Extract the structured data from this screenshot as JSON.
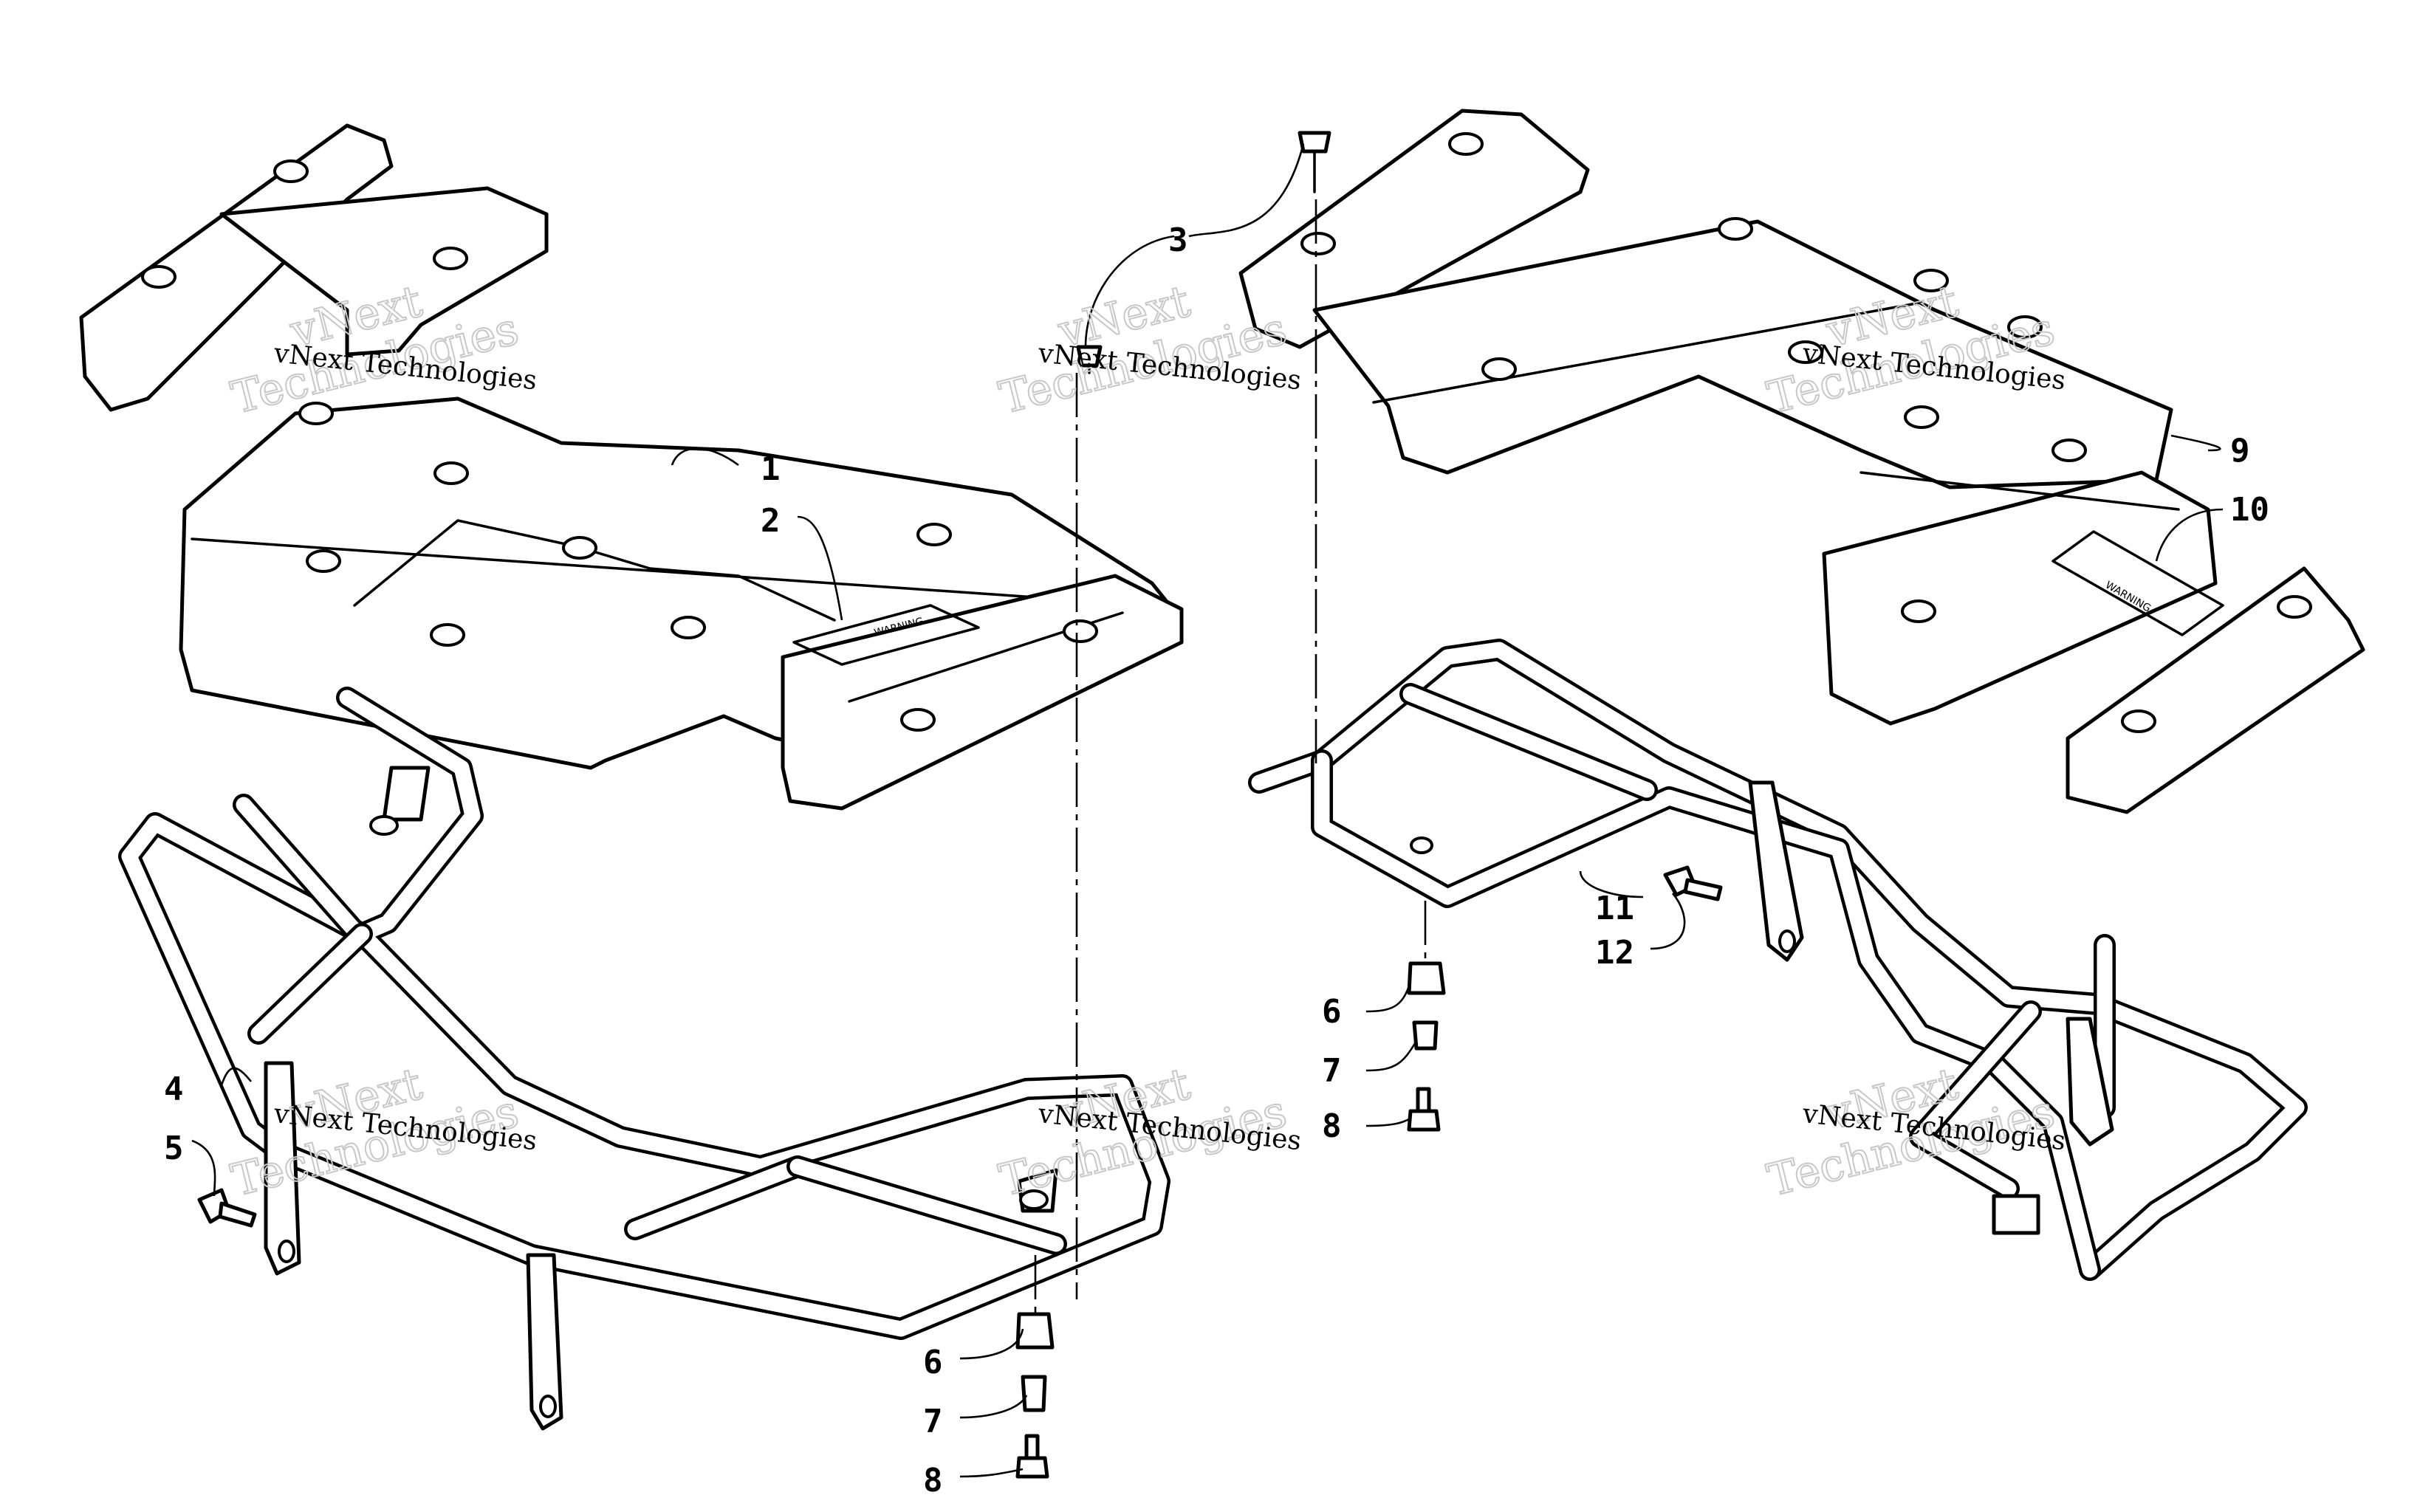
{
  "callouts": {
    "c1": "1",
    "c2": "2",
    "c3": "3",
    "c4": "4",
    "c5": "5",
    "c6a": "6",
    "c7a": "7",
    "c8a": "8",
    "c6b": "6",
    "c7b": "7",
    "c8b": "8",
    "c9": "9",
    "c10": "10",
    "c11": "11",
    "c12": "12"
  },
  "watermark": {
    "line_small": "vNext Technologies",
    "line_big_1": "vNext",
    "line_big_2": "Technologies"
  },
  "decal": {
    "warning_text": "WARNING"
  }
}
